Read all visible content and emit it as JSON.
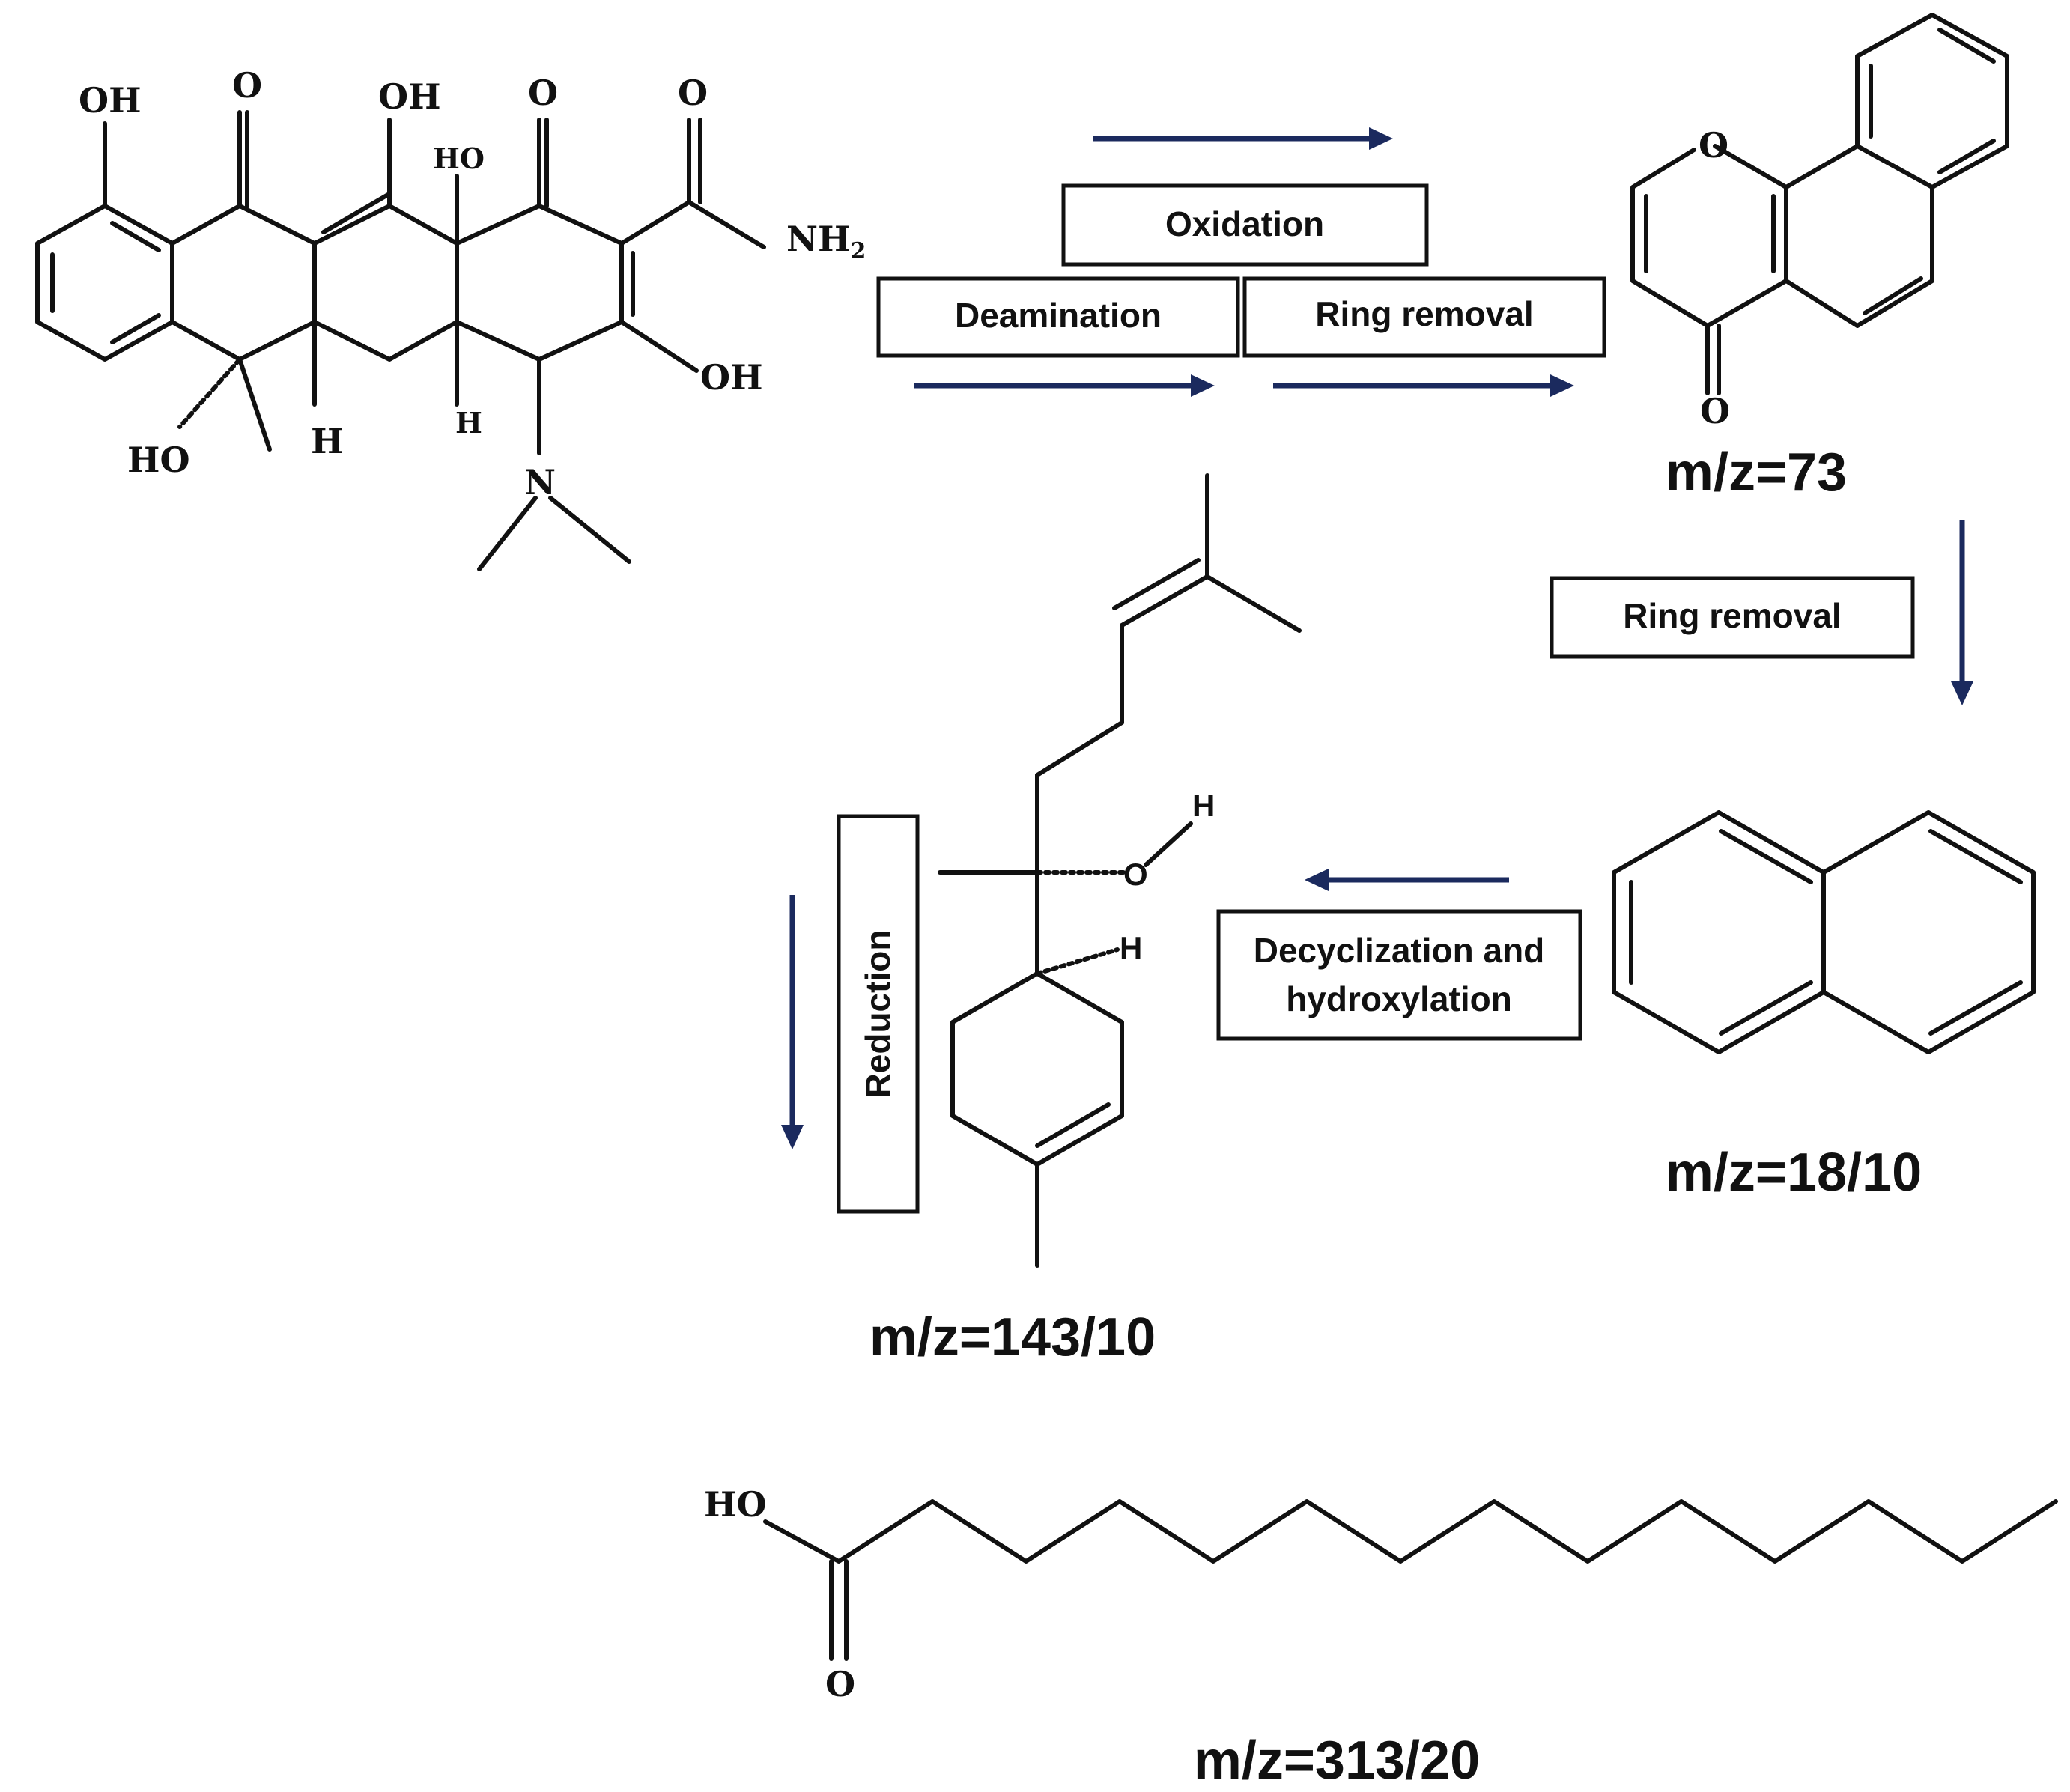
{
  "steps": {
    "oxidation": "Oxidation",
    "deamination": "Deamination",
    "ring_removal_1": "Ring removal",
    "ring_removal_2": "Ring removal",
    "decyclization_line1": "Decyclization  and",
    "decyclization_line2": "hydroxylation",
    "reduction": "Reduction"
  },
  "products": {
    "mz_73": "m/z=73",
    "mz_18_10": "m/z=18/10",
    "mz_143_10": "m/z=143/10",
    "mz_313_20": "m/z=313/20"
  },
  "atoms": {
    "tetracycline": {
      "oh1": "OH",
      "o1": "O",
      "oh2": "OH",
      "ho1": "HO",
      "o2": "O",
      "o3": "O",
      "nh2": "NH",
      "nh2_sub": "2",
      "oh3": "OH",
      "ho2": "HO",
      "h1": "H",
      "h2": "H",
      "n": "N"
    },
    "chromone": {
      "o_ring": "O",
      "o_carbonyl": "O"
    },
    "terpene": {
      "h_hydroxyl": "H",
      "o": "O",
      "h_stereo": "H"
    },
    "acid": {
      "ho": "HO",
      "o": "O"
    }
  },
  "colors": {
    "arrow": "#1b2a5e",
    "ink": "#111111"
  }
}
